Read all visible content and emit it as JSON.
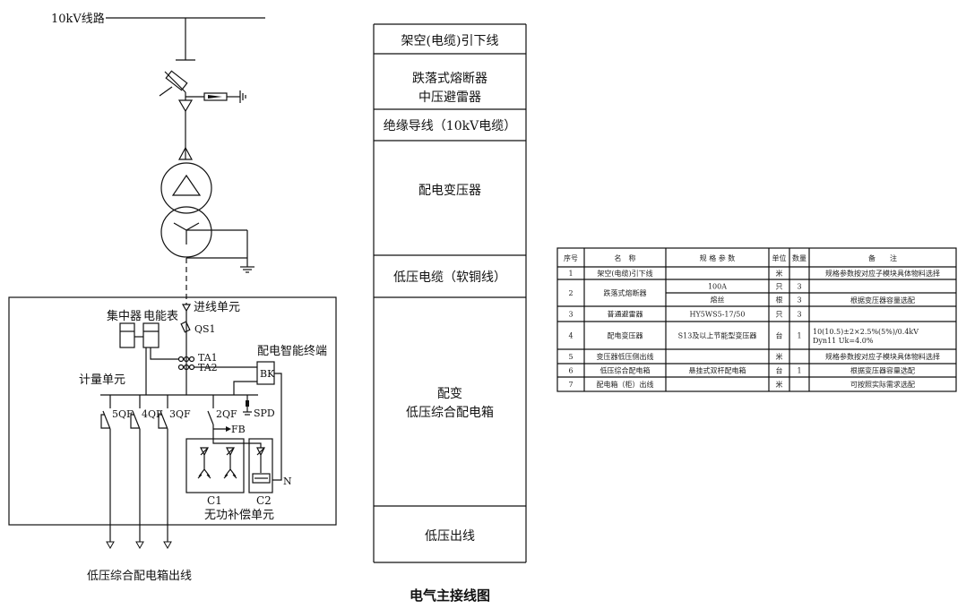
{
  "line_label": "10kV线路",
  "diagram": {
    "incoming_unit": "进线单元",
    "qs1": "QS1",
    "concentrator": "集中器",
    "meter": "电能表",
    "ta1": "TA1",
    "ta2": "TA2",
    "terminal": "配电智能终端",
    "bk": "BK",
    "metering_unit": "计量单元",
    "qf5": "5QF",
    "qf4": "4QF",
    "qf3": "3QF",
    "qf2": "2QF",
    "spd": "SPD",
    "fb": "FB",
    "c1": "C1",
    "c2": "C2",
    "n": "N",
    "compensation_unit": "无功补偿单元",
    "outgoing": "低压综合配电箱出线"
  },
  "sections": [
    "架空(电缆)引下线",
    "跌落式熔断器",
    "中压避雷器",
    "绝缘导线（10kV电缆）",
    "配电变压器",
    "低压电缆（软铜线）",
    "配变",
    "低压综合配电箱",
    "低压出线"
  ],
  "table": {
    "headers": [
      "序号",
      "名　称",
      "规 格 参 数",
      "单位",
      "数量",
      "备　　注"
    ],
    "rows": [
      [
        "1",
        "架空(电缆)引下线",
        "",
        "米",
        "",
        "规格参数按对应子模块具体物料选择"
      ],
      [
        "2",
        "跌落式熔断器",
        "100A",
        "只",
        "3",
        ""
      ],
      [
        "",
        "",
        "熔丝",
        "根",
        "3",
        "根据变压器容量选配"
      ],
      [
        "3",
        "普通避雷器",
        "HY5WS5-17/50",
        "只",
        "3",
        ""
      ],
      [
        "4",
        "配电变压器",
        "S13及以上节能型变压器",
        "台",
        "1",
        "10(10.5)±2×2.5%(5%)/0.4kV",
        "Dyn11 Uk=4.0%"
      ],
      [
        "5",
        "变压器低压侧出线",
        "",
        "米",
        "",
        "规格参数按对应子模块具体物料选择"
      ],
      [
        "6",
        "低压综合配电箱",
        "悬挂式双杆配电箱",
        "台",
        "1",
        "根据变压器容量选配"
      ],
      [
        "7",
        "配电箱（柜）出线",
        "",
        "米",
        "",
        "可按照实际需求选配"
      ]
    ]
  },
  "caption": "电气主接线图"
}
